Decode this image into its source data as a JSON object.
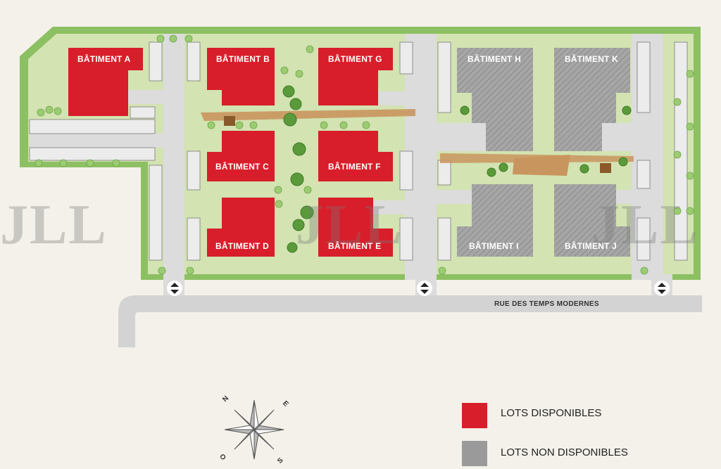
{
  "colors": {
    "background": "#f4f1ea",
    "grass": "#8cc063",
    "lawn": "#d3e3b2",
    "road": "#d9d9d9",
    "available": "#d81e2a",
    "unavailable": "#9a9a9a",
    "path": "#c9955e"
  },
  "buildings": [
    {
      "id": "A",
      "label": "BÂTIMENT A",
      "status": "available"
    },
    {
      "id": "B",
      "label": "BÂTIMENT B",
      "status": "available"
    },
    {
      "id": "G",
      "label": "BÂTIMENT G",
      "status": "available"
    },
    {
      "id": "H",
      "label": "BÂTIMENT H",
      "status": "unavailable"
    },
    {
      "id": "K",
      "label": "BÂTIMENT K",
      "status": "unavailable"
    },
    {
      "id": "C",
      "label": "BÂTIMENT C",
      "status": "available"
    },
    {
      "id": "F",
      "label": "BÂTIMENT F",
      "status": "available"
    },
    {
      "id": "D",
      "label": "BÂTIMENT D",
      "status": "available"
    },
    {
      "id": "E",
      "label": "BÂTIMENT E",
      "status": "available"
    },
    {
      "id": "I",
      "label": "BÂTIMENT I",
      "status": "unavailable"
    },
    {
      "id": "J",
      "label": "BÂTIMENT J",
      "status": "unavailable"
    }
  ],
  "street": "RUE DES TEMPS MODERNES",
  "legend": [
    {
      "label": "LOTS DISPONIBLES",
      "color": "#d81e2a"
    },
    {
      "label": "LOTS NON DISPONIBLES",
      "color": "#9a9a9a"
    }
  ],
  "compass": {
    "n": "N",
    "e": "E",
    "s": "S",
    "o": "O"
  },
  "watermark": "JLL"
}
